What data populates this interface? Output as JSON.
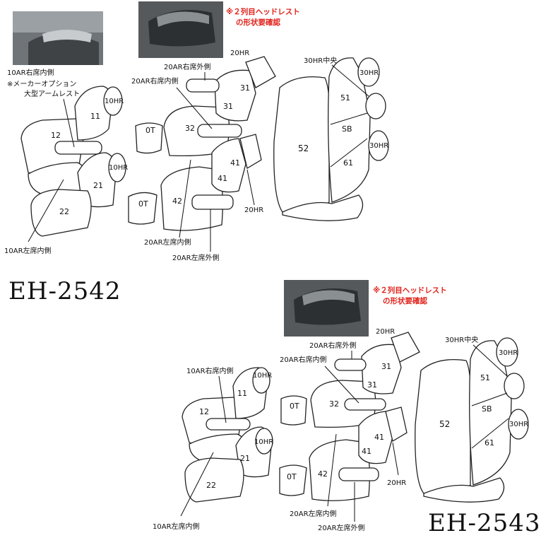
{
  "panels": [
    {
      "id": "top",
      "model_code": "EH-2542",
      "note_line1": "※２列目ヘッドレスト",
      "note_line2": "の形状要確認",
      "label_10ar_right": "10AR右席内側",
      "label_option_line1": "※メーカーオプション",
      "label_option_line2": "大型アームレスト",
      "label_10ar_left": "10AR左席内側",
      "label_20ar_right_outer": "20AR右席外側",
      "label_20ar_right_inner": "20AR右席内側",
      "label_20ar_left_inner": "20AR左席内側",
      "label_20ar_left_outer": "20AR左席外側",
      "label_30hr_center": "30HR中央",
      "label_20hr_top": "20HR",
      "label_20hr_bottom": "20HR",
      "label_10hr_a": "10HR",
      "label_10hr_b": "10HR",
      "label_30hr_a": "30HR",
      "label_30hr_b": "30HR",
      "n11": "11",
      "n12": "12",
      "n21": "21",
      "n22": "22",
      "n31a": "31",
      "n31b": "31",
      "n32": "32",
      "n41a": "41",
      "n41b": "41",
      "n42": "42",
      "n0t_a": "0T",
      "n0t_b": "0T",
      "n51": "51",
      "nsb": "SB",
      "n61": "61",
      "n52": "52"
    },
    {
      "id": "bottom",
      "model_code": "EH-2543",
      "note_line1": "※２列目ヘッドレスト",
      "note_line2": "の形状要確認",
      "label_10ar_right": "10AR右席内側",
      "label_10ar_left": "10AR左席内側",
      "label_20ar_right_outer": "20AR右席外側",
      "label_20ar_right_inner": "20AR右席内側",
      "label_20ar_left_inner": "20AR左席内側",
      "label_20ar_left_outer": "20AR左席外側",
      "label_30hr_center": "30HR中央",
      "label_20hr_top": "20HR",
      "label_20hr_bottom": "20HR",
      "label_10hr_a": "10HR",
      "label_10hr_b": "10HR",
      "label_30hr_a": "30HR",
      "label_30hr_b": "30HR",
      "n11": "11",
      "n12": "12",
      "n21": "21",
      "n22": "22",
      "n31a": "31",
      "n31b": "31",
      "n32": "32",
      "n41a": "41",
      "n41b": "41",
      "n42": "42",
      "n0t_a": "0T",
      "n0t_b": "0T",
      "n51": "51",
      "nsb": "SB",
      "n61": "61",
      "n52": "52"
    }
  ]
}
